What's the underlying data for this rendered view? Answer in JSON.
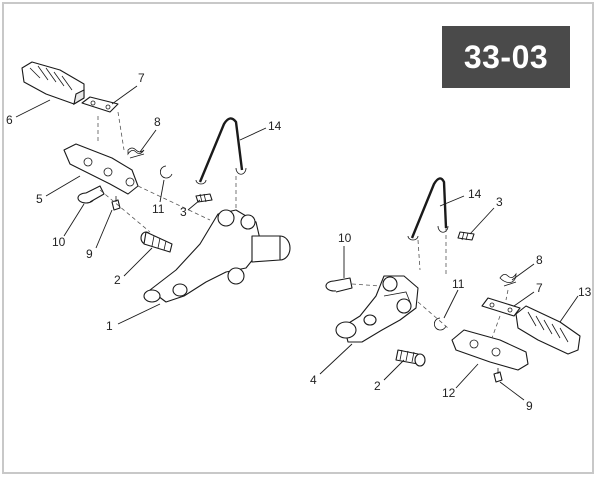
{
  "diagram_code": "33-03",
  "callouts": {
    "c1": "1",
    "c2a": "2",
    "c2b": "2",
    "c3a": "3",
    "c3b": "3",
    "c4": "4",
    "c5": "5",
    "c6": "6",
    "c7a": "7",
    "c7b": "7",
    "c8a": "8",
    "c8b": "8",
    "c9a": "9",
    "c9b": "9",
    "c10a": "10",
    "c10b": "10",
    "c11a": "11",
    "c11b": "11",
    "c12": "12",
    "c13": "13",
    "c14a": "14",
    "c14b": "14"
  }
}
